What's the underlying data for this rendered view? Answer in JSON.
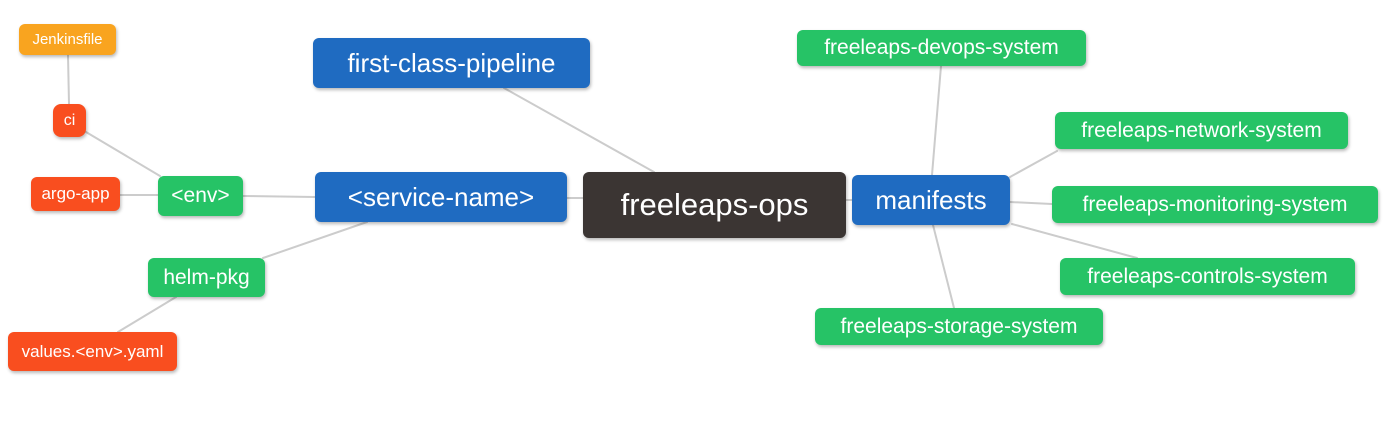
{
  "diagram": {
    "type": "mindmap",
    "background": "#ffffff",
    "palette": {
      "root_bg": "#3b3533",
      "branch_blue_bg": "#1f6bc1",
      "leaf_green_bg": "#26c366",
      "leaf_red_bg": "#f94e1f",
      "leaf_amber_bg": "#f9a41f",
      "edge_line": "#cccccc",
      "node_text": "#ffffff"
    }
  },
  "nodes": [
    {
      "id": "freeleaps-ops",
      "label": "freeleaps-ops",
      "color": "#3b3533"
    },
    {
      "id": "first-class-pipeline",
      "label": "first-class-pipeline",
      "color": "#1f6bc1"
    },
    {
      "id": "service-name",
      "label": "<service-name>",
      "color": "#1f6bc1"
    },
    {
      "id": "manifests",
      "label": "manifests",
      "color": "#1f6bc1"
    },
    {
      "id": "env",
      "label": "<env>",
      "color": "#26c366"
    },
    {
      "id": "helm-pkg",
      "label": "helm-pkg",
      "color": "#26c366"
    },
    {
      "id": "ci",
      "label": "ci",
      "color": "#f94e1f"
    },
    {
      "id": "jenkinsfile",
      "label": "Jenkinsfile",
      "color": "#f9a41f"
    },
    {
      "id": "argo-app",
      "label": "argo-app",
      "color": "#f94e1f"
    },
    {
      "id": "values-env-yaml",
      "label": "values.<env>.yaml",
      "color": "#f94e1f"
    },
    {
      "id": "freeleaps-devops-system",
      "label": "freeleaps-devops-system",
      "color": "#26c366"
    },
    {
      "id": "freeleaps-network-system",
      "label": "freeleaps-network-system",
      "color": "#26c366"
    },
    {
      "id": "freeleaps-monitoring-system",
      "label": "freeleaps-monitoring-system",
      "color": "#26c366"
    },
    {
      "id": "freeleaps-controls-system",
      "label": "freeleaps-controls-system",
      "color": "#26c366"
    },
    {
      "id": "freeleaps-storage-system",
      "label": "freeleaps-storage-system",
      "color": "#26c366"
    }
  ],
  "edges": [
    {
      "from": "freeleaps-ops",
      "to": "first-class-pipeline"
    },
    {
      "from": "freeleaps-ops",
      "to": "service-name"
    },
    {
      "from": "freeleaps-ops",
      "to": "manifests"
    },
    {
      "from": "service-name",
      "to": "env"
    },
    {
      "from": "service-name",
      "to": "helm-pkg"
    },
    {
      "from": "env",
      "to": "ci"
    },
    {
      "from": "env",
      "to": "argo-app"
    },
    {
      "from": "ci",
      "to": "jenkinsfile"
    },
    {
      "from": "helm-pkg",
      "to": "values-env-yaml"
    },
    {
      "from": "manifests",
      "to": "freeleaps-devops-system"
    },
    {
      "from": "manifests",
      "to": "freeleaps-network-system"
    },
    {
      "from": "manifests",
      "to": "freeleaps-monitoring-system"
    },
    {
      "from": "manifests",
      "to": "freeleaps-controls-system"
    },
    {
      "from": "manifests",
      "to": "freeleaps-storage-system"
    }
  ]
}
